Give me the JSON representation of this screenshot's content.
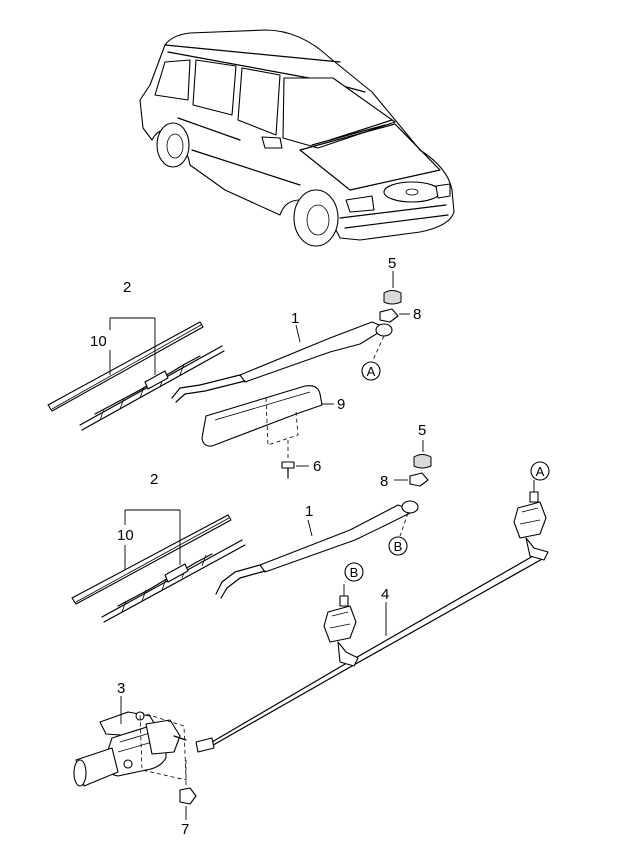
{
  "callouts": {
    "blade_upper": "2",
    "refill_upper": "10",
    "arm_upper": "1",
    "cap_upper": "5",
    "nut_upper": "8",
    "cover": "9",
    "screw": "6",
    "blade_lower": "2",
    "refill_lower": "10",
    "arm_lower": "1",
    "cap_lower": "5",
    "nut_lower": "8",
    "linkage": "4",
    "motor": "3",
    "motor_nut": "7"
  },
  "refs": {
    "pivot_upper_a": "A",
    "pivot_lower_b": "B",
    "linkage_a": "A",
    "linkage_b": "B"
  }
}
